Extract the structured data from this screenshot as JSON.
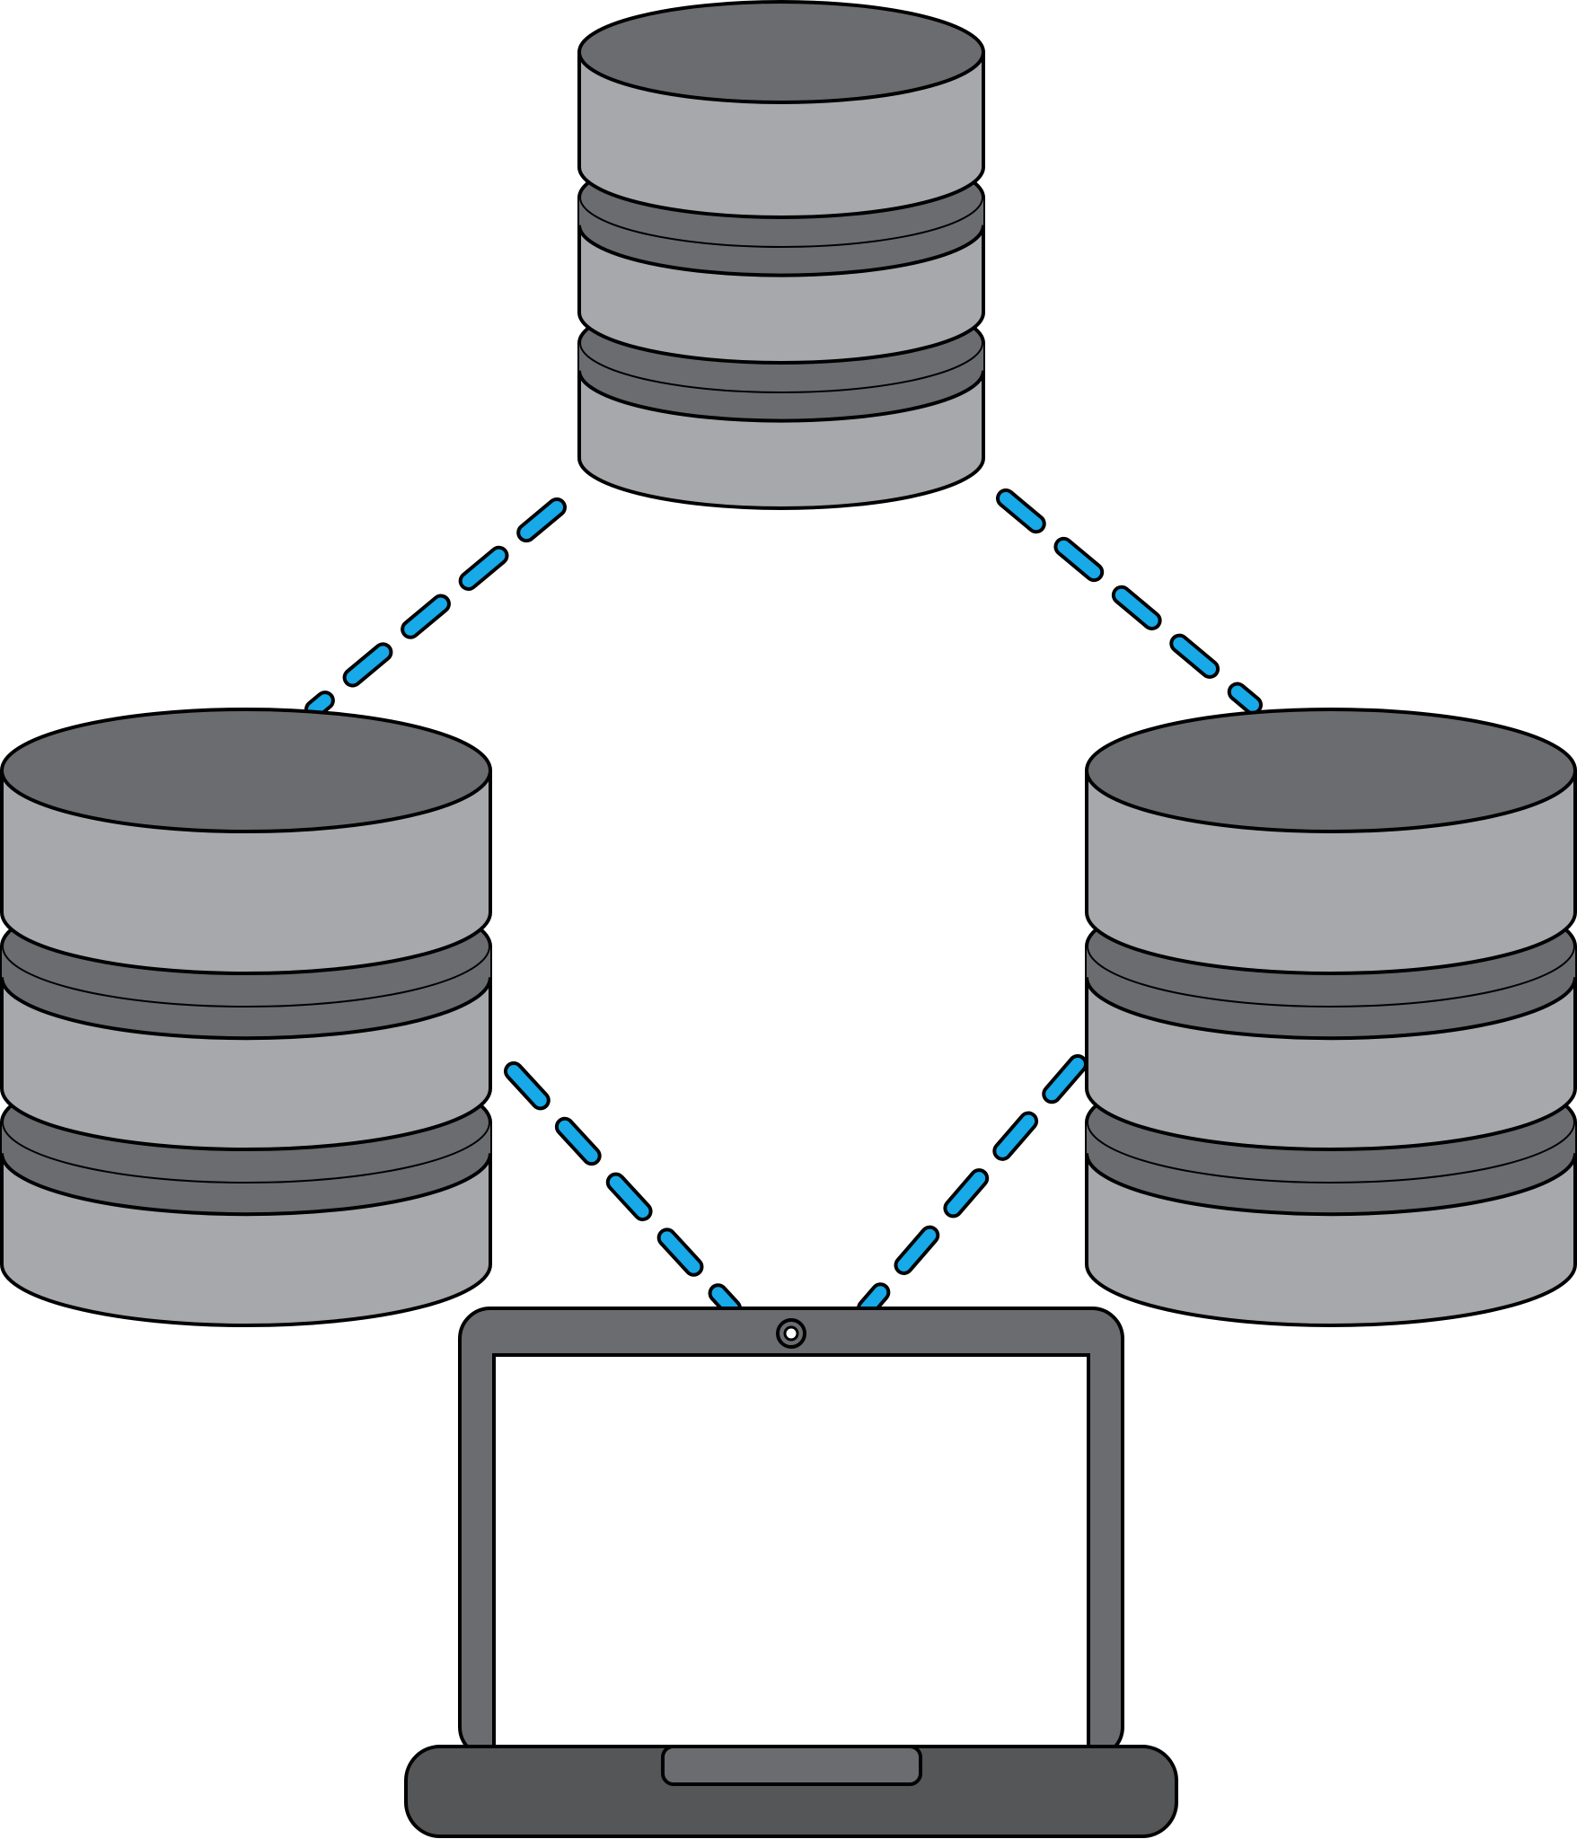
{
  "diagram": {
    "type": "network",
    "colors": {
      "background": "#ffffff",
      "outline": "#000000",
      "db_top": "#6b6c70",
      "db_side": "#a7a8ab",
      "db_band": "#6b6c70",
      "connector": "#17a9e8",
      "laptop_frame": "#6b6c70",
      "laptop_screen": "#ffffff",
      "laptop_base": "#555658",
      "trackpad": "#6b6c70"
    },
    "nodes": [
      {
        "id": "db-top",
        "kind": "database",
        "disks": 3,
        "icon": "database-icon"
      },
      {
        "id": "db-left",
        "kind": "database",
        "disks": 3,
        "icon": "database-icon"
      },
      {
        "id": "db-right",
        "kind": "database",
        "disks": 3,
        "icon": "database-icon"
      },
      {
        "id": "laptop",
        "kind": "laptop",
        "icon": "laptop-icon"
      }
    ],
    "edges": [
      {
        "from": "db-top",
        "to": "db-left",
        "style": "dashed"
      },
      {
        "from": "db-top",
        "to": "db-right",
        "style": "dashed"
      },
      {
        "from": "db-left",
        "to": "laptop",
        "style": "dashed"
      },
      {
        "from": "db-right",
        "to": "laptop",
        "style": "dashed"
      }
    ]
  }
}
